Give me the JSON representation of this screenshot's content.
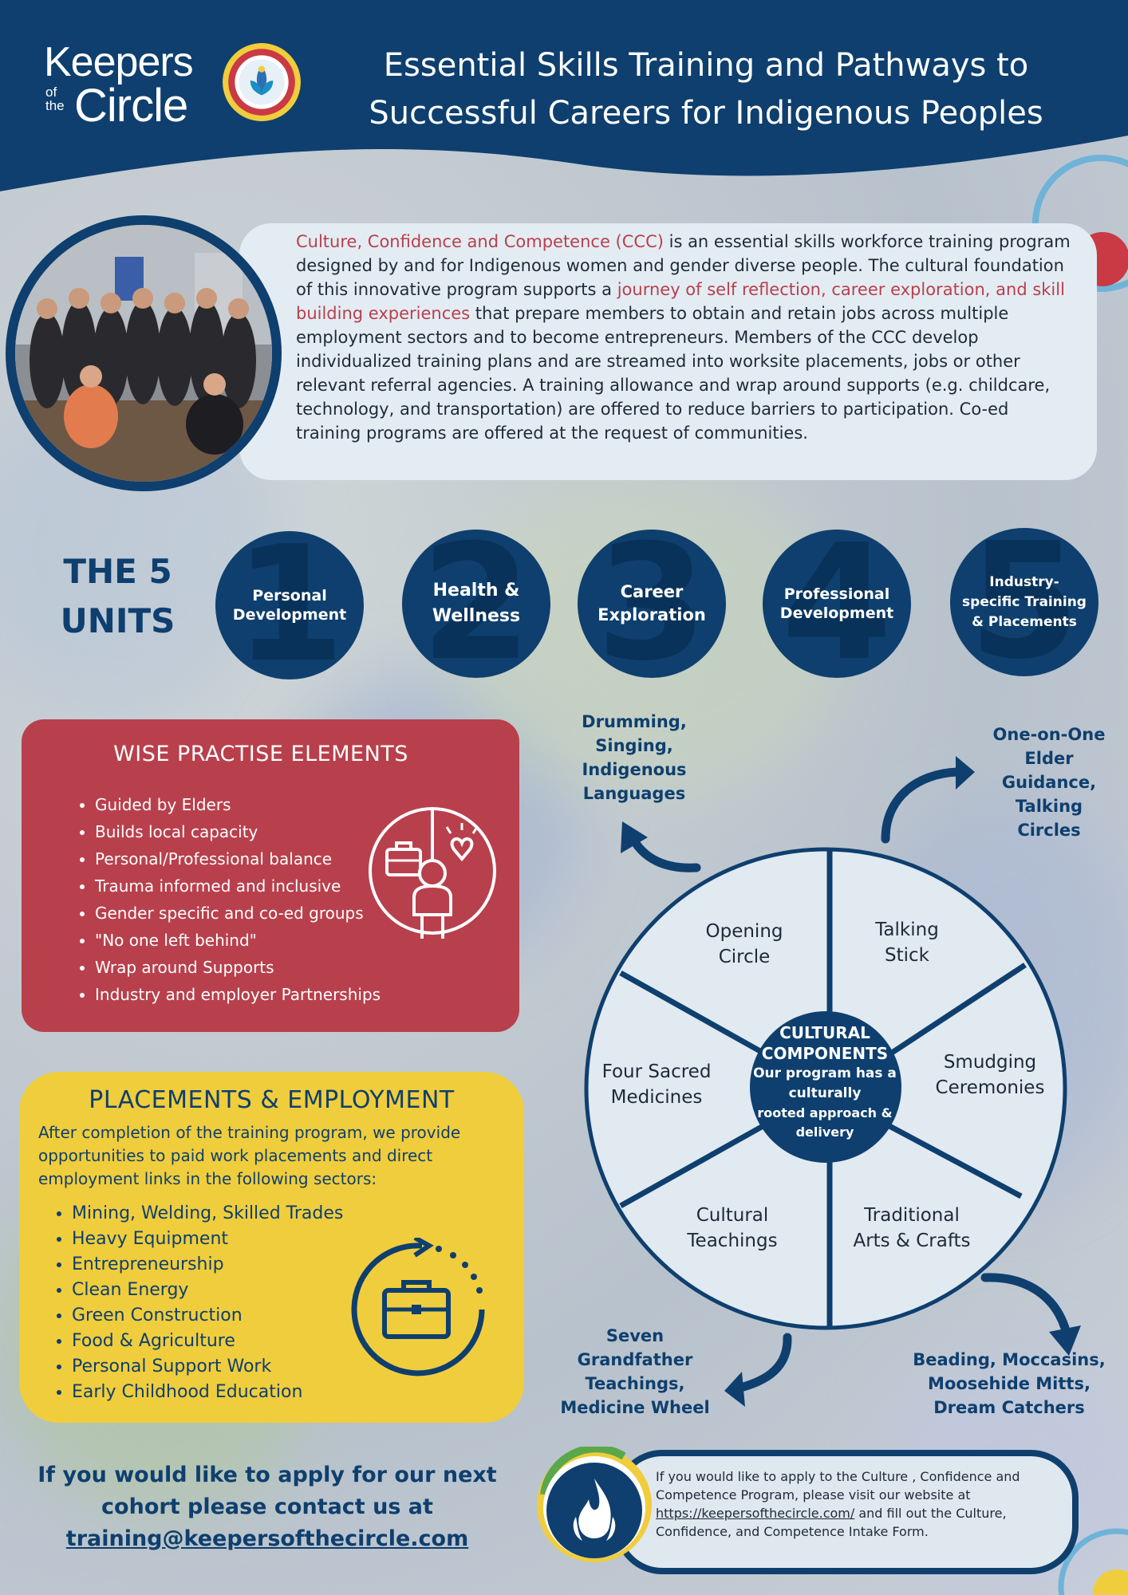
{
  "header": {
    "logo_line1": "Keepers",
    "logo_ofthe_1": "of",
    "logo_ofthe_2": "the",
    "logo_line2": "Circle",
    "title_line1": "Essential Skills Training and Pathways to",
    "title_line2": "Successful Careers for Indigenous Peoples"
  },
  "intro": {
    "highlight1": "Culture, Confidence and Competence (CCC)",
    "text1": " is an essential skills workforce training program designed by and for Indigenous women and  gender diverse people. The cultural foundation of this innovative program supports a ",
    "highlight2": "journey of self reflection, career exploration, and skill building experiences",
    "text2": " that prepare members to obtain and retain jobs across multiple employment sectors and to become entrepreneurs. Members of the CCC develop individualized training plans and are streamed into worksite placements, jobs or other relevant referral agencies. A training allowance and wrap around supports (e.g. childcare, technology, and transportation) are offered to reduce barriers to participation. Co-ed training programs are offered at the request of communities."
  },
  "units": {
    "title_line1": "THE 5",
    "title_line2": "UNITS",
    "items": [
      {
        "num": "1",
        "label": "Personal Development"
      },
      {
        "num": "2",
        "label": "Health & Wellness"
      },
      {
        "num": "3",
        "label": "Career Exploration"
      },
      {
        "num": "4",
        "label": "Professional Development"
      },
      {
        "num": "5",
        "label": "Industry-specific Training & Placements"
      }
    ]
  },
  "wise": {
    "title": "WISE PRACTISE ELEMENTS",
    "items": [
      "Guided by Elders",
      "Builds local capacity",
      "Personal/Professional balance",
      "Trauma informed and inclusive",
      "Gender specific and co-ed groups",
      "\"No one left behind\"",
      "Wrap around Supports",
      "Industry and employer Partnerships"
    ]
  },
  "placements": {
    "title": "PLACEMENTS & EMPLOYMENT",
    "intro": "After completion of the training program, we provide opportunities to paid work placements and direct employment links in the following sectors:",
    "items": [
      "Mining, Welding, Skilled Trades",
      "Heavy Equipment",
      "Entrepreneurship",
      "Clean Energy",
      "Green Construction",
      "Food & Agriculture",
      "Personal Support Work",
      "Early Childhood Education"
    ]
  },
  "wheel": {
    "center_title1": "CULTURAL",
    "center_title2": "COMPONENTS",
    "center_sub1": "Our program has a",
    "center_sub2": "culturally",
    "center_sub3": "rooted approach &",
    "center_sub4": "delivery",
    "segments": [
      {
        "line1": "Opening",
        "line2": "Circle"
      },
      {
        "line1": "Talking",
        "line2": "Stick"
      },
      {
        "line1": "Smudging",
        "line2": "Ceremonies"
      },
      {
        "line1": "Traditional",
        "line2": "Arts & Crafts"
      },
      {
        "line1": "Cultural",
        "line2": "Teachings"
      },
      {
        "line1": "Four Sacred",
        "line2": "Medicines"
      }
    ],
    "callouts": {
      "drumming": [
        "Drumming,",
        "Singing,",
        "Indigenous",
        "Languages"
      ],
      "elder": [
        "One-on-One",
        "Elder",
        "Guidance,",
        "Talking",
        "Circles"
      ],
      "beading": [
        "Beading, Moccasins,",
        "Moosehide Mitts,",
        "Dream Catchers"
      ],
      "seven": [
        "Seven",
        "Grandfather",
        "Teachings,",
        "Medicine Wheel"
      ]
    }
  },
  "apply": {
    "line1": "If you would like to apply for our next",
    "line2": "cohort please contact us at",
    "email": "training@keepersofthecircle.com"
  },
  "contact": {
    "text1": "If you would like to apply to the Culture , Confidence and Competence Program, please visit our website at ",
    "link": "https://keepersofthecircle.com/",
    "text2": " and fill out the Culture, Confidence, and Competence Intake Form."
  }
}
